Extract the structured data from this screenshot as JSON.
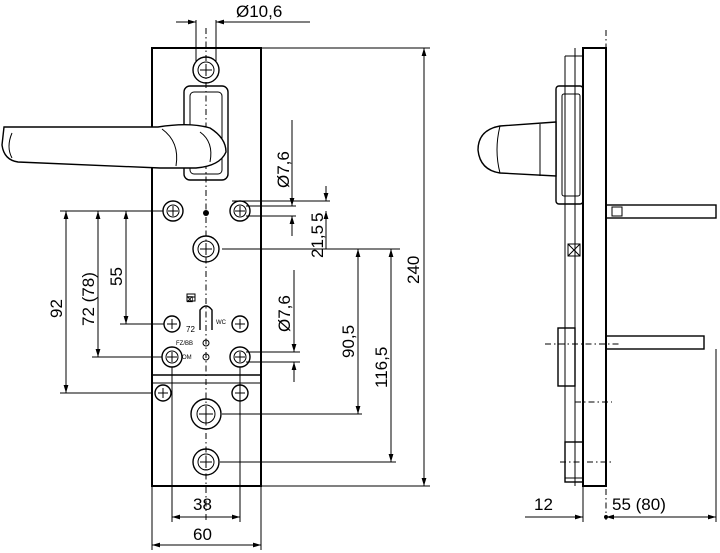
{
  "dimensions": {
    "hole_diameter_top": "Ø10,6",
    "hole_diameter_upper": "Ø7,6",
    "hole_diameter_lower": "Ø7,6",
    "offset_5": "5",
    "offset_21_5": "21,5",
    "height_240": "240",
    "spacing_90_5": "90,5",
    "spacing_116_5": "116,5",
    "spacing_92": "92",
    "spacing_72_78": "72 (78)",
    "spacing_55": "55",
    "width_38": "38",
    "width_60": "60",
    "side_12": "12",
    "side_55_80": "55 (80)"
  },
  "plate_labels": {
    "fz_bb": "FZ/BB",
    "om": "OM",
    "wc": "WC",
    "num_72": "72",
    "small_mark": "⊠"
  }
}
